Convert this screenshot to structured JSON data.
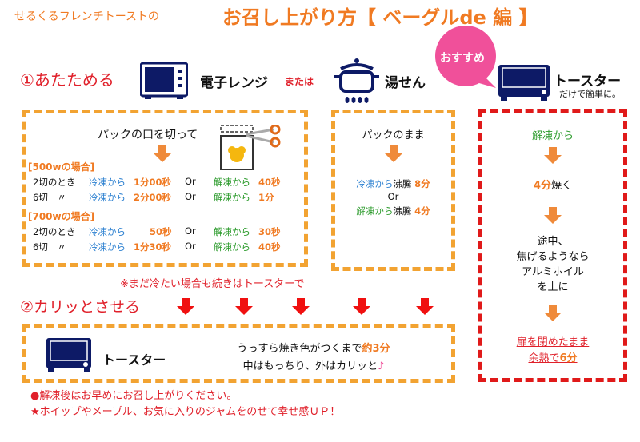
{
  "header": {
    "subtitle": "せるくるフレンチトーストの",
    "title": "お召し上がり方【 ベーグルde 編 】"
  },
  "step1": {
    "label": "①あたためる",
    "microwave": "電子レンジ",
    "or_label": "または",
    "water_bath": "湯せん",
    "recommend_badge": "おすすめ",
    "toaster": "トースター",
    "toaster_note": "だけで簡単に。"
  },
  "microwave_box": {
    "instruction": "パックの口を切って",
    "sections": [
      {
        "heading": "[500wの場合]",
        "rows": [
          {
            "cut": "2切のとき",
            "frozen": "冷凍から",
            "frozen_time": "1分00秒",
            "or": "Or",
            "thawed": "解凍から",
            "thawed_time": "40秒"
          },
          {
            "cut": "6切　〃",
            "frozen": "冷凍から",
            "frozen_time": "2分00秒",
            "or": "Or",
            "thawed": "解凍から",
            "thawed_time": "1分"
          }
        ]
      },
      {
        "heading": "[700wの場合]",
        "rows": [
          {
            "cut": "2切のとき",
            "frozen": "冷凍から",
            "frozen_time": "50秒",
            "or": "Or",
            "thawed": "解凍から",
            "thawed_time": "30秒"
          },
          {
            "cut": "6切　〃",
            "frozen": "冷凍から",
            "frozen_time": "1分30秒",
            "or": "Or",
            "thawed": "解凍から",
            "thawed_time": "40秒"
          }
        ]
      }
    ]
  },
  "waterbath_box": {
    "instruction": "パックのまま",
    "frozen": "冷凍から",
    "boil1": "沸騰",
    "frozen_time": "8分",
    "or": "Or",
    "thawed": "解凍から",
    "boil2": "沸騰",
    "thawed_time": "4分"
  },
  "toaster_box": {
    "start": "解凍から",
    "bake_time": "4分",
    "bake": "焼く",
    "tip_lines": [
      "途中、",
      "焦げるようなら",
      "アルミホイル",
      "を上に"
    ],
    "finish_line1": "扉を閉めたまま",
    "finish_line2a": "余熱で",
    "finish_line2b": "6分"
  },
  "note": "※まだ冷たい場合も続きはトースターで",
  "step2": {
    "label": "②カリッとさせる",
    "appliance": "トースター",
    "line1a": "うっすら焼き色がつくまで",
    "line1b": "約3分",
    "line2a": "中はもっちり、外はカリッと",
    "line2b": "♪"
  },
  "footer": {
    "line1": "●解凍後はお早めにお召し上がりください。",
    "line2": "★ホイップやメープル、お気に入りのジャムをのせて幸せ感ＵＰ！"
  },
  "colors": {
    "accent": "#f07a22",
    "box": "#f2a332",
    "red": "#e01a1a",
    "navy": "#0d1a66",
    "pink": "#f0509a",
    "blue": "#2a7fd0",
    "green": "#2a9a2a"
  }
}
